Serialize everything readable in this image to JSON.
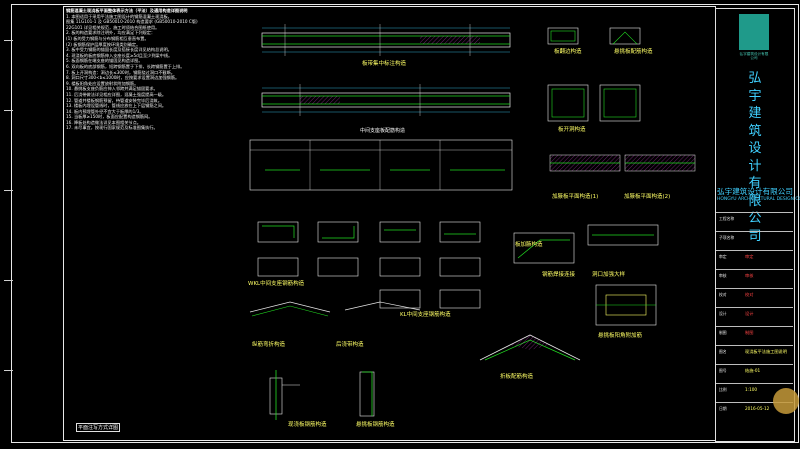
{
  "drawing": {
    "notes_title": "钢筋混凝土现浇板平面整体表示方法（平法）及通用构造详图说明",
    "notes": [
      "1. 本图适用于采用平法施工图设计的钢筋混凝土现浇板。",
      "   图集 11G101-1 及 GB50010-2010 构造要求 (GB50010-2010 C版)",
      "   22G101 详见相关规范，施工时须结合图纸使用。",
      "2. 板的构造要求除注明外，均应满足下列规定：",
      "   (1) 板的受力钢筋与分布钢筋相互垂直布置。",
      "   (2) 板钢筋保护层厚度按环境类别确定。",
      "3. 板中受力钢筋的锚固长度及搭接长度详见结构总说明。",
      "4. 现浇板的板底钢筋伸入支座长度≥5d且至少到梁中线。",
      "5. 板面钢筋在端支座的锚固见构造详图。",
      "6. 双向板的底部钢筋，短跨钢筋置于下排，长跨钢筋置于上排。",
      "7. 板上开洞构造：洞边长≤300时，钢筋绕过洞口不截断。",
      "8. 洞口尺寸300<b≤1000时，应按要求设置洞边加强钢筋。",
      "9. 楼板阳角处应设置放射状附加钢筋。",
      "10. 悬挑板支座负筋应伸入邻跨并满足锚固要求。",
      "11. 后浇带做法详见相应详图，混凝土强度提高一级。",
      "12. 管道井楼板钢筋预留，待管道安装完毕后浇筑。",
      "13. 楼板内埋设管线时，管线应放在上下层钢筋之间。",
      "14. 板内预埋管外径不宜大于板厚的1/3。",
      "15. 当板厚≥150时，板面应配置构造钢筋网。",
      "16. 降板处构造做法详见本图相关节点。",
      "17. 未尽事宜，按现行国家规范及标准图集执行。"
    ],
    "notes_footer": "平面注写方式详图",
    "titles": [
      "板带集中标注构造",
      "中间支座板配筋构造",
      "板翻边构造",
      "悬挑板配筋构造",
      "板开洞构造",
      "WKL中间支座钢筋构造",
      "KL中间支座钢筋构造",
      "折板配筋构造",
      "悬挑板阳角附加筋",
      "加腋板平面构造(1)",
      "加腋板平面构造(2)",
      "钢筋焊接连接",
      "洞口加强大样",
      "板加腋构造",
      "纵筋弯折构造",
      "后浇带构造",
      "现浇板钢筋构造",
      "悬挑板钢筋构造"
    ]
  },
  "title_block": {
    "logo_caption": "弘宇建筑设计有限公司",
    "company_vertical": [
      "弘",
      "宇",
      "建",
      "筑",
      "设",
      "计",
      "有",
      "限",
      "公",
      "司"
    ],
    "company_full": "弘宇建筑设计有限公司",
    "company_en": "HONGYU ARCHITECTURAL DESIGN CO.,LTD",
    "rows": [
      {
        "label": "工程名称",
        "value": ""
      },
      {
        "label": "子项名称",
        "value": ""
      },
      {
        "label": "审定",
        "value": "审定"
      },
      {
        "label": "审核",
        "value": "审核"
      },
      {
        "label": "校对",
        "value": "校对"
      },
      {
        "label": "设计",
        "value": "设计"
      },
      {
        "label": "制图",
        "value": "制图"
      },
      {
        "label": "图名",
        "value": "现浇板平法施工图说明"
      },
      {
        "label": "图号",
        "value": "结施-01"
      },
      {
        "label": "比例",
        "value": "1:100"
      },
      {
        "label": "日期",
        "value": "2016-05-12"
      }
    ]
  },
  "colors": {
    "background": "#000000",
    "line_white": "#e8e8e8",
    "concrete": "#dddddd",
    "rebar_green": "#22dd22",
    "dim_cyan": "#3fd0ff",
    "label_yellow": "#ffff66",
    "label_red": "#ff4444",
    "hatch_magenta": "#d040d0",
    "brand_teal": "#1f9a8a"
  }
}
